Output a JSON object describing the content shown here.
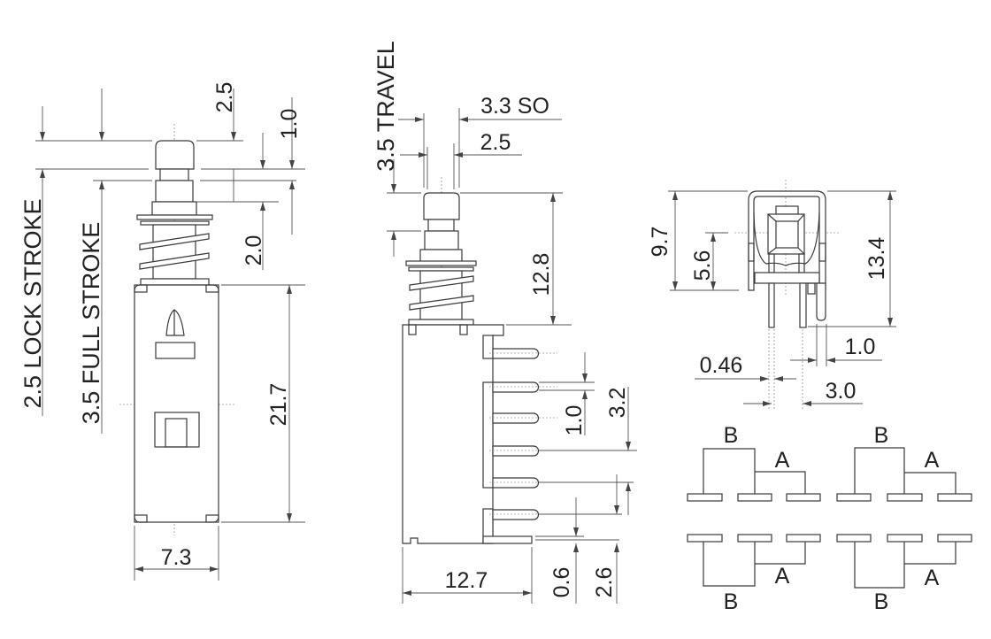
{
  "front_view": {
    "lock_stroke": "2.5 LOCK STROKE",
    "full_stroke": "3.5 FULL STROKE",
    "dim_2_5": "2.5",
    "dim_1_0": "1.0",
    "dim_2_0": "2.0",
    "dim_21_7": "21.7",
    "dim_7_3": "7.3"
  },
  "side_view": {
    "travel": "3.5 TRAVEL",
    "dim_3_3_so": "3.3 SO",
    "dim_2_5": "2.5",
    "dim_12_8": "12.8",
    "dim_1_0": "1.0",
    "dim_3_2": "3.2",
    "dim_12_7": "12.7",
    "dim_0_6": "0.6",
    "dim_2_6": "2.6"
  },
  "end_view": {
    "dim_9_7": "9.7",
    "dim_5_6": "5.6",
    "dim_13_4": "13.4",
    "dim_1_0": "1.0",
    "dim_0_46": "0.46",
    "dim_3_0": "3.0"
  },
  "schematics": [
    {
      "b": "B",
      "a": "A"
    },
    {
      "b": "B",
      "a": "A"
    },
    {
      "b": "B",
      "a": "A"
    },
    {
      "b": "B",
      "a": "A"
    }
  ]
}
